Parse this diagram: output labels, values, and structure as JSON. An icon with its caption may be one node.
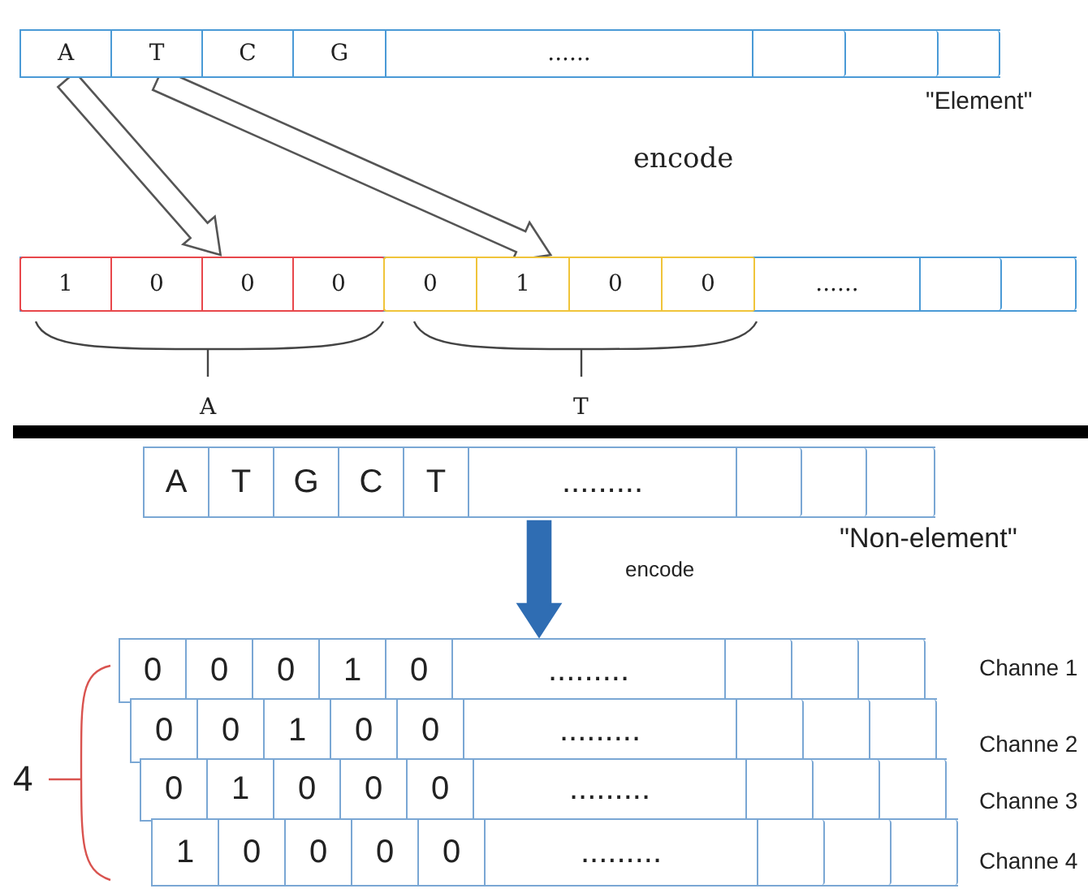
{
  "diagram": {
    "nodes": [
      {
        "text": [],
        "shape": "bar"
      },
      {
        "text": [
          "A"
        ],
        "in": 0
      },
      {
        "text": [
          "T"
        ],
        "in": 0
      },
      {
        "text": [
          "C"
        ],
        "in": 0
      },
      {
        "text": [
          "G"
        ],
        "in": 0
      },
      {
        "text": [
          "......"
        ],
        "in": 0
      },
      {
        "text": [],
        "shape": "box",
        "in": 0
      },
      {
        "text": [],
        "shape": "box",
        "in": 0
      },
      {
        "text": [],
        "shape": "box",
        "in": 0
      },
      {
        "text": [],
        "shape": "bar"
      },
      {
        "text": [],
        "shape": "box",
        "in": 9
      },
      {
        "text": [
          "1"
        ],
        "in": 10
      },
      {
        "text": [
          "0"
        ],
        "in": 10
      },
      {
        "text": [
          "0"
        ],
        "in": 10
      },
      {
        "text": [
          "0"
        ],
        "in": 10
      },
      {
        "text": [],
        "shape": "box",
        "in": 9
      },
      {
        "text": [
          "0"
        ],
        "in": 15
      },
      {
        "text": [
          "1"
        ],
        "in": 15
      },
      {
        "text": [
          "0"
        ],
        "in": 15
      },
      {
        "text": [
          "0"
        ],
        "in": 15
      },
      {
        "text": [
          "......"
        ],
        "in": 9
      },
      {
        "text": [],
        "shape": "box",
        "in": 9
      },
      {
        "text": [],
        "shape": "box",
        "in": 9
      },
      {
        "text": [],
        "shape": "bar"
      },
      {
        "text": [
          "A"
        ],
        "in": 23
      },
      {
        "text": [
          "T"
        ],
        "in": 23
      },
      {
        "text": [
          "G"
        ],
        "in": 23
      },
      {
        "text": [
          "C"
        ],
        "in": 23
      },
      {
        "text": [
          "T"
        ],
        "in": 23
      },
      {
        "text": [
          "........."
        ],
        "in": 23
      },
      {
        "text": [],
        "shape": "box",
        "in": 23
      },
      {
        "text": [],
        "shape": "box",
        "in": 23
      },
      {
        "text": [],
        "shape": "box",
        "in": 23
      },
      {
        "text": [],
        "shape": "bar",
        "beside": [
          "Channe 1"
        ]
      },
      {
        "text": [
          "0"
        ],
        "in": 33
      },
      {
        "text": [
          "0"
        ],
        "in": 33
      },
      {
        "text": [
          "0"
        ],
        "in": 33
      },
      {
        "text": [
          "1"
        ],
        "in": 33
      },
      {
        "text": [
          "0"
        ],
        "in": 33
      },
      {
        "text": [
          "........."
        ],
        "in": 33
      },
      {
        "text": [],
        "shape": "box",
        "in": 33
      },
      {
        "text": [],
        "shape": "box",
        "in": 33
      },
      {
        "text": [],
        "shape": "box",
        "in": 33
      },
      {
        "text": [],
        "shape": "bar",
        "beside": [
          "Channe 2"
        ]
      },
      {
        "text": [
          "0"
        ],
        "in": 43
      },
      {
        "text": [
          "0"
        ],
        "in": 43
      },
      {
        "text": [
          "1"
        ],
        "in": 43
      },
      {
        "text": [
          "0"
        ],
        "in": 43
      },
      {
        "text": [
          "0"
        ],
        "in": 43
      },
      {
        "text": [
          "........."
        ],
        "in": 43
      },
      {
        "text": [],
        "shape": "box",
        "in": 43
      },
      {
        "text": [],
        "shape": "box",
        "in": 43
      },
      {
        "text": [],
        "shape": "box",
        "in": 43
      },
      {
        "text": [],
        "shape": "bar",
        "beside": [
          "Channe 3"
        ]
      },
      {
        "text": [
          "0"
        ],
        "in": 53
      },
      {
        "text": [
          "1"
        ],
        "in": 53
      },
      {
        "text": [
          "0"
        ],
        "in": 53
      },
      {
        "text": [
          "0"
        ],
        "in": 53
      },
      {
        "text": [
          "0"
        ],
        "in": 53
      },
      {
        "text": [
          "........."
        ],
        "in": 53
      },
      {
        "text": [],
        "shape": "box",
        "in": 53
      },
      {
        "text": [],
        "shape": "box",
        "in": 53
      },
      {
        "text": [],
        "shape": "box",
        "in": 53
      },
      {
        "text": [],
        "shape": "bar",
        "beside": [
          "Channe 4"
        ]
      },
      {
        "text": [
          "1"
        ],
        "in": 63
      },
      {
        "text": [
          "0"
        ],
        "in": 63
      },
      {
        "text": [
          "0"
        ],
        "in": 63
      },
      {
        "text": [
          "0"
        ],
        "in": 63
      },
      {
        "text": [
          "0"
        ],
        "in": 63
      },
      {
        "text": [
          "........."
        ],
        "in": 63
      },
      {
        "text": [],
        "shape": "box",
        "in": 63
      },
      {
        "text": [],
        "shape": "box",
        "in": 63
      },
      {
        "text": [],
        "shape": "box",
        "in": 63
      }
    ],
    "edges": [
      {
        "from": 1,
        "to": 10,
        "arrow": "to"
      },
      {
        "from": 2,
        "to": 15,
        "arrow": "to"
      },
      {
        "from": 23,
        "to": 33,
        "arrow": "to",
        "color": "#2f6db3"
      }
    ],
    "labels": [
      "\"Element\"",
      "encode",
      "A",
      "T",
      "\"Non-element\"",
      "encode",
      "4"
    ]
  }
}
